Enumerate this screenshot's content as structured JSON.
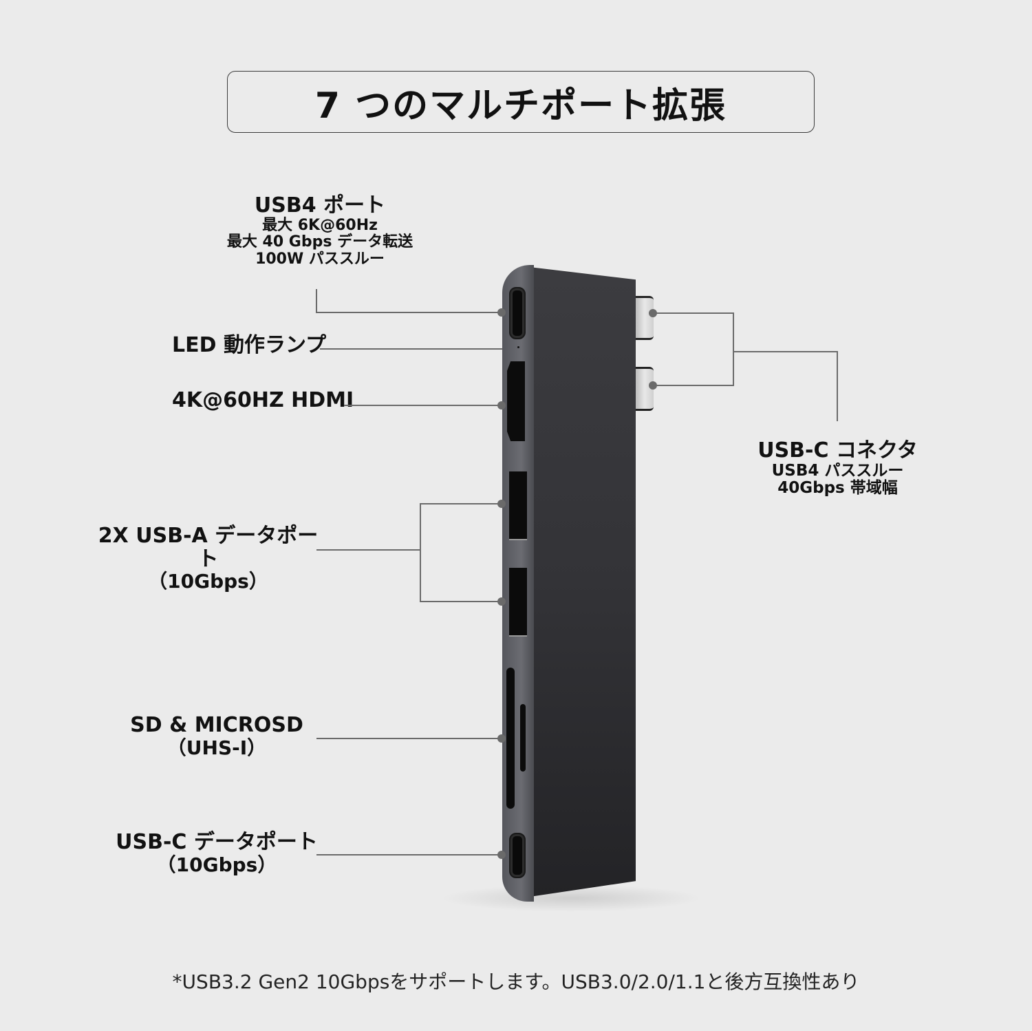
{
  "title": "7 つのマルチポート拡張",
  "callouts": {
    "usb4_port": {
      "main": "USB4 ポート",
      "lines": [
        "最大 6K@60Hz",
        "最大 40 Gbps データ転送",
        "100W パススルー"
      ]
    },
    "led": {
      "main": "LED 動作ランプ"
    },
    "hdmi": {
      "main": "4K@60HZ HDMI"
    },
    "usb_a": {
      "main": "2X USB-A データポート",
      "sub": "（10Gbps）"
    },
    "sd": {
      "main": "SD & MICROSD",
      "sub": "（UHS-I）"
    },
    "usb_c_data": {
      "main": "USB-C データポート",
      "sub": "（10Gbps）"
    },
    "usb_c_connector": {
      "main": "USB-C コネクタ",
      "lines": [
        "USB4 パススルー",
        "40Gbps 帯域幅"
      ]
    }
  },
  "footnote": "*USB3.2 Gen2 10Gbpsをサポートします。USB3.0/2.0/1.1と後方互換性あり",
  "colors": {
    "background": "#ebebeb",
    "device_body": "#333337",
    "callout_line": "#6a6a6a",
    "text": "#111111"
  }
}
